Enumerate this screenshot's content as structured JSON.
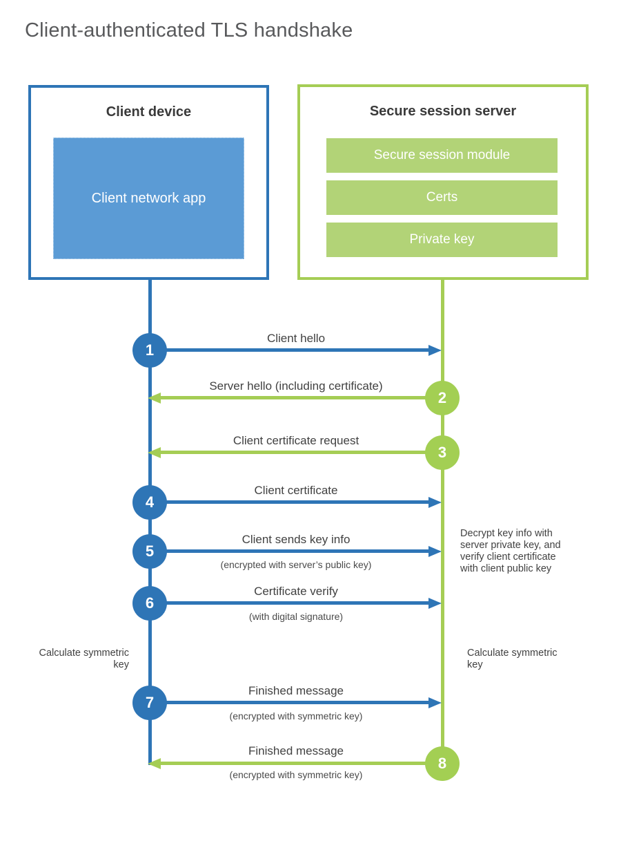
{
  "page": {
    "title": "Client-authenticated TLS handshake"
  },
  "client_box": {
    "title": "Client device",
    "app_label": "Client network app"
  },
  "server_box": {
    "title": "Secure session server",
    "modules": [
      {
        "label": "Secure session module"
      },
      {
        "label": "Certs"
      },
      {
        "label": "Private key"
      }
    ]
  },
  "messages": [
    {
      "number": "1",
      "label": "Client hello",
      "sublabel": "",
      "direction": "client-to-server"
    },
    {
      "number": "2",
      "label": "Server hello (including certificate)",
      "sublabel": "",
      "direction": "server-to-client"
    },
    {
      "number": "3",
      "label": "Client certificate request",
      "sublabel": "",
      "direction": "server-to-client"
    },
    {
      "number": "4",
      "label": "Client certificate",
      "sublabel": "",
      "direction": "client-to-server"
    },
    {
      "number": "5",
      "label": "Client sends key info",
      "sublabel": "(encrypted with server’s public key)",
      "direction": "client-to-server"
    },
    {
      "number": "6",
      "label": "Certificate verify",
      "sublabel": "(with digital signature)",
      "direction": "client-to-server"
    },
    {
      "number": "7",
      "label": "Finished message",
      "sublabel": "(encrypted with symmetric key)",
      "direction": "client-to-server"
    },
    {
      "number": "8",
      "label": "Finished message",
      "sublabel": "(encrypted with symmetric key)",
      "direction": "server-to-client"
    }
  ],
  "annotations": {
    "decrypt_note": "Decrypt key info with server private key, and verify client certificate with client public key",
    "calculate_left": "Calculate symmetric key",
    "calculate_right": "Calculate symmetric key"
  },
  "colors": {
    "client_accent": "#2e75b6",
    "client_fill": "#5b9bd5",
    "server_accent": "#a5cd55",
    "server_fill": "#b2d377",
    "title_gray": "#58595b",
    "heading_dark": "#3a3a3a",
    "label_gray": "#414141"
  }
}
